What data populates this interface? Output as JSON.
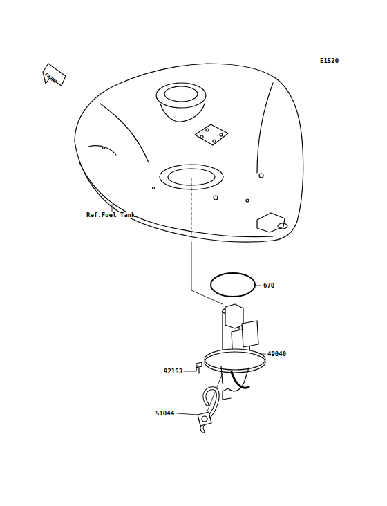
{
  "diagram": {
    "labels": [
      "E1520",
      "FRONT",
      "Ref.Fuel Tank",
      "670",
      "49040",
      "92153",
      "51044"
    ]
  }
}
